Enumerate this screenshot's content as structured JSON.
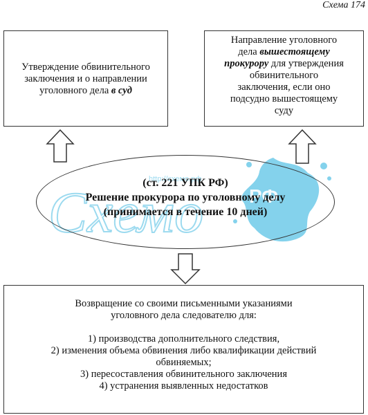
{
  "scheme_label": "Схема 174",
  "left_box": {
    "lines": [
      "Утверждение обвинительного",
      "заключения и о направлении"
    ],
    "line3_plain": "уголовного дела ",
    "line3_emph": "в суд"
  },
  "right_box": {
    "line1": "Направление уголовного",
    "line2_plain": "дела ",
    "line2_emph": "вышестоящему",
    "line3_emph": "прокурору",
    "line3_plain": " для утверждения",
    "lines_rest": [
      "обвинительного",
      "заключения, если оно",
      "подсудно вышестоящему",
      "суду"
    ]
  },
  "center": {
    "line1": "(ст. 221 УПК РФ)",
    "line2": "Решение прокурора по уголовному делу",
    "line3": "(принимается в течение 10 дней)"
  },
  "bottom_box": {
    "intro": [
      "Возвращение со своими письменными указаниями",
      "уголовного дела следователю для:"
    ],
    "items": [
      "1) производства дополнительного следствия,",
      "2) изменения объема обвинения либо квалификации действий",
      "обвиняемых;",
      "3) пересоставления обвинительного заключения",
      "4) устранения выявленных недостатков"
    ]
  },
  "watermark": {
    "text": "Схемо",
    "suffix": "РФ",
    "url": "http://схемо.рф",
    "color": "#5bc3e6"
  }
}
